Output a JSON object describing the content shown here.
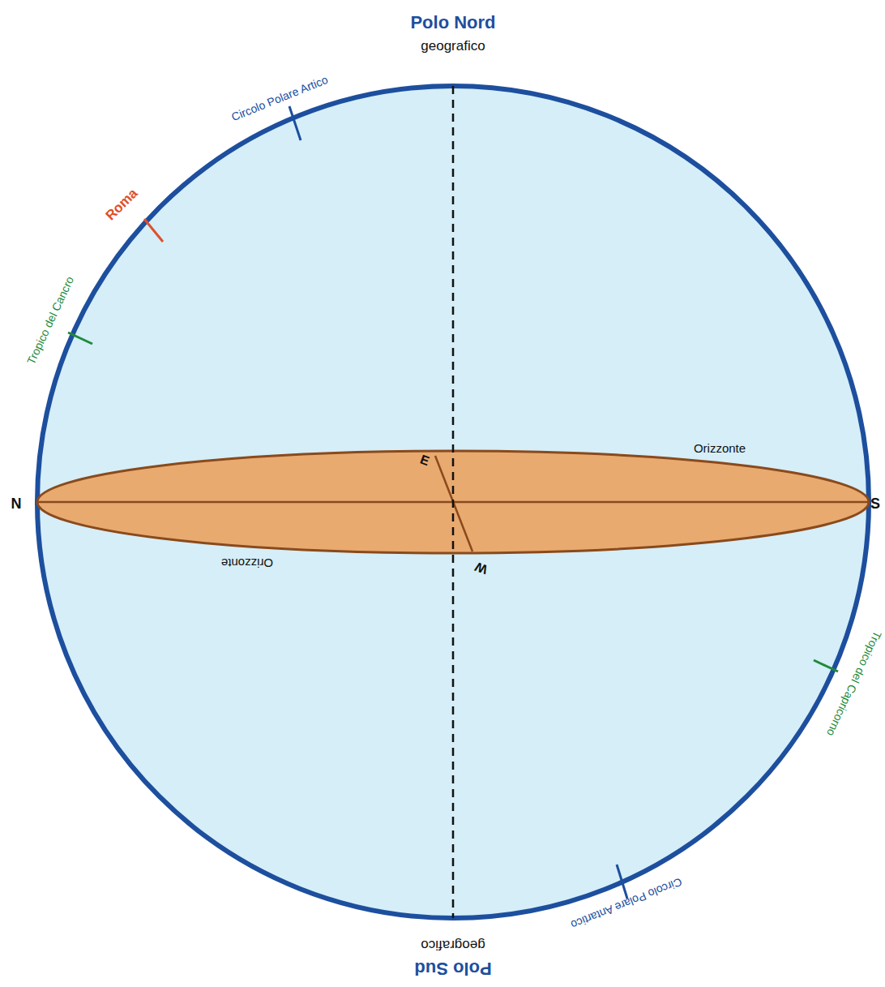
{
  "diagram": {
    "labels": [
      "Polo Nord",
      "geografico",
      "Circolo Polare Artico",
      "Roma",
      "Tropico del Cancro",
      "E",
      "Orizzonte",
      "N",
      "S",
      "Orizzonte",
      "W",
      "Tropico del Capricorno",
      "Circolo Polare Antartico",
      "geografico",
      "Polo Sud"
    ]
  }
}
